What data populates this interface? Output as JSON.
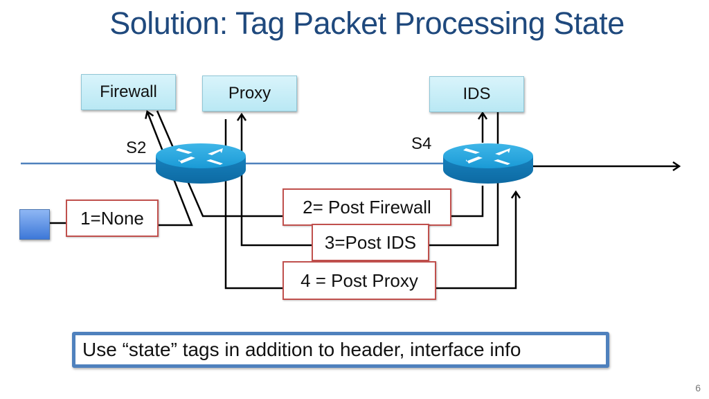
{
  "slide": {
    "title": "Solution: Tag Packet Processing State",
    "page_number": "6"
  },
  "middleboxes": [
    {
      "id": "firewall",
      "label": "Firewall"
    },
    {
      "id": "proxy",
      "label": "Proxy"
    },
    {
      "id": "ids",
      "label": "IDS"
    }
  ],
  "switches": [
    {
      "id": "s2",
      "label": "S2"
    },
    {
      "id": "s4",
      "label": "S4"
    }
  ],
  "tags": [
    {
      "id": "tag-1",
      "label": "1=None"
    },
    {
      "id": "tag-2",
      "label": "2= Post Firewall"
    },
    {
      "id": "tag-3",
      "label": "3=Post IDS"
    },
    {
      "id": "tag-4",
      "label": "4 = Post Proxy"
    }
  ],
  "note": "Use “state” tags in addition to header, interface info",
  "colors": {
    "title": "#1f497d",
    "tag_border": "#c0504d",
    "note_border": "#4f81bd",
    "router": "#1b8fc9",
    "link": "#4f81bd"
  }
}
